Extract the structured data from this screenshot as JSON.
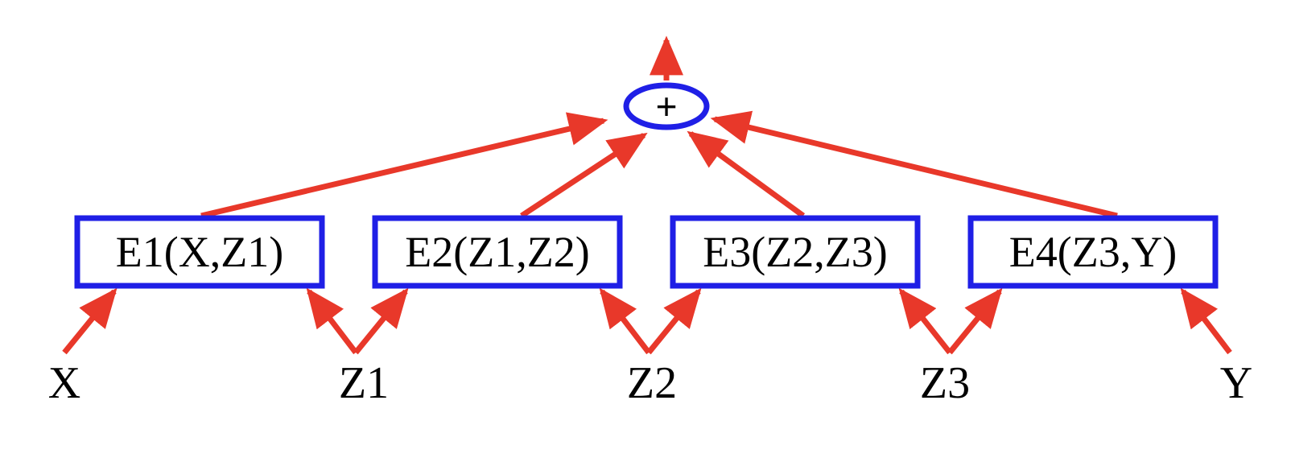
{
  "diagram": {
    "sum_node": {
      "label": "+"
    },
    "factors": [
      {
        "label": "E1(X,Z1)"
      },
      {
        "label": "E2(Z1,Z2)"
      },
      {
        "label": "E3(Z2,Z3)"
      },
      {
        "label": "E4(Z3,Y)"
      }
    ],
    "variables": [
      {
        "label": "X"
      },
      {
        "label": "Z1"
      },
      {
        "label": "Z2"
      },
      {
        "label": "Z3"
      },
      {
        "label": "Y"
      }
    ],
    "colors": {
      "node_border": "#1f1fe6",
      "edge": "#e8382a",
      "text": "#000000"
    }
  }
}
